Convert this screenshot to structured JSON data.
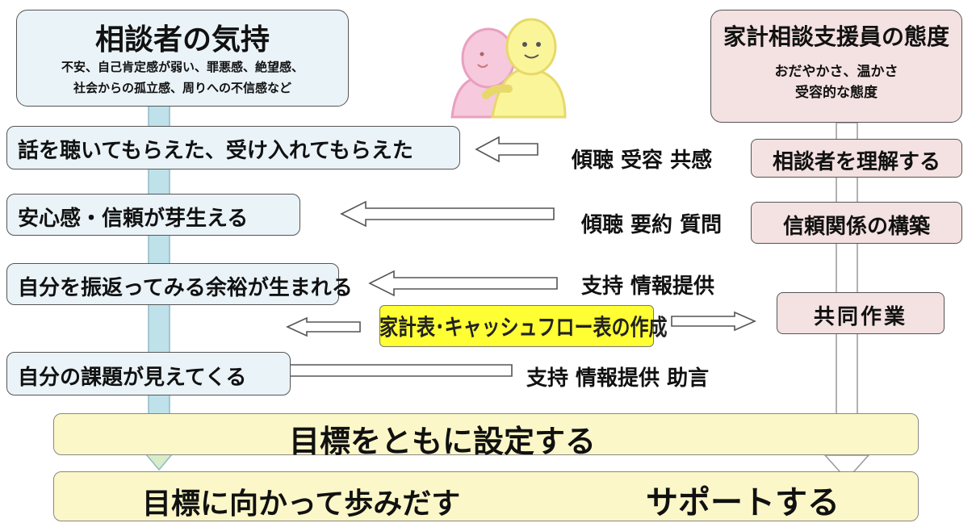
{
  "client": {
    "title": "相談者の気持",
    "line1": "不安、自己肯定感が弱い、罪悪感、絶望感、",
    "line2": "社会からの孤立感、周りへの不信感など"
  },
  "supporter": {
    "title": "家計相談支援員の態度",
    "line1": "おだやかさ、温かさ",
    "line2": "受容的な態度"
  },
  "left_steps": [
    "話を聴いてもらえた、受け入れてもらえた",
    "安心感・信頼が芽生える",
    "自分を振返ってみる余裕が生まれる",
    "自分の課題が見えてくる"
  ],
  "middle_labels": [
    "傾聴  受容  共感",
    "傾聴  要約  質問",
    "支持  情報提供",
    "支持  情報提供  助言"
  ],
  "right_steps": [
    "相談者を理解する",
    "信頼関係の構築",
    "共同作業"
  ],
  "center_task": "家計表･キャッシュフロー表の作成",
  "goal_bar": "目標をともに設定する",
  "final_bar": {
    "left": "目標に向かって歩みだす",
    "right": "サポートする"
  }
}
